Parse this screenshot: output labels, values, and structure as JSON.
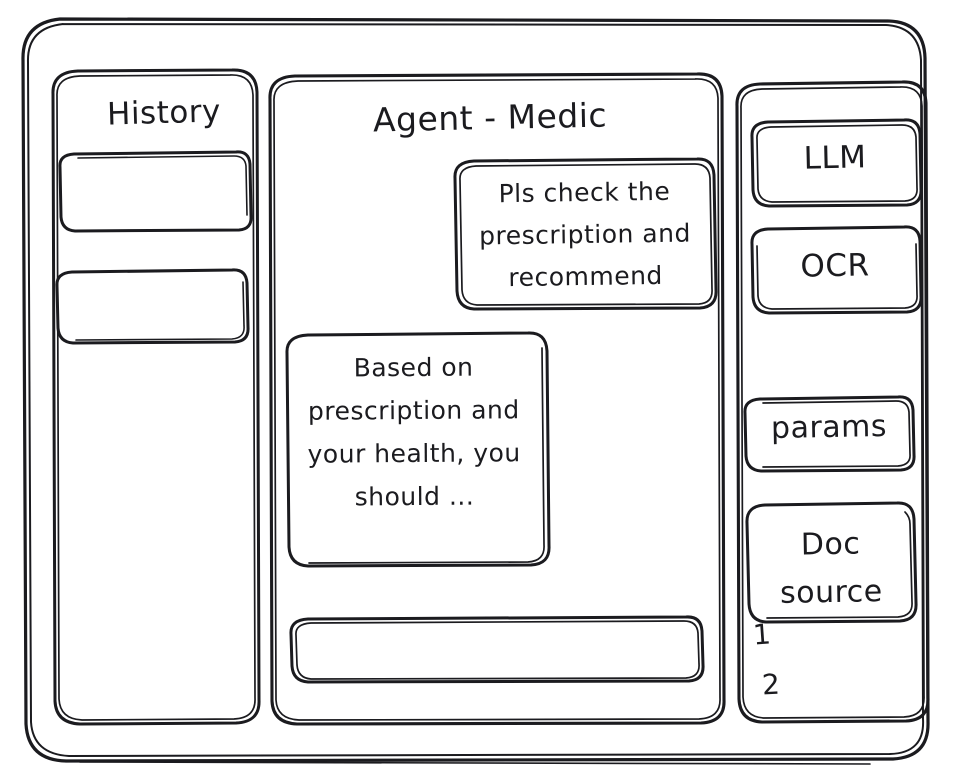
{
  "window": {
    "name": "app-window",
    "style": "hand-drawn wireframe"
  },
  "sidebar_left": {
    "title": "History",
    "items": [
      {
        "label": "",
        "name": "history-item-1"
      },
      {
        "label": "",
        "name": "history-item-2"
      }
    ]
  },
  "main": {
    "title": "Agent - Medic",
    "messages": [
      {
        "role": "user",
        "text": "Pls check the prescription and recommend"
      },
      {
        "role": "agent",
        "text": "Based on prescription and your health, you should ..."
      }
    ],
    "composer": {
      "value": "",
      "placeholder": ""
    }
  },
  "sidebar_right": {
    "buttons": [
      {
        "label": "LLM",
        "name": "llm-button"
      },
      {
        "label": "OCR",
        "name": "ocr-button"
      },
      {
        "label": "params",
        "name": "params-button"
      },
      {
        "label": "Doc\nsource",
        "name": "doc-source-button"
      }
    ],
    "doc_source_label_line1": "Doc",
    "doc_source_label_line2": "source",
    "list": [
      "1",
      "2"
    ]
  },
  "colors": {
    "stroke": "#1b1b1f",
    "background": "#ffffff"
  }
}
